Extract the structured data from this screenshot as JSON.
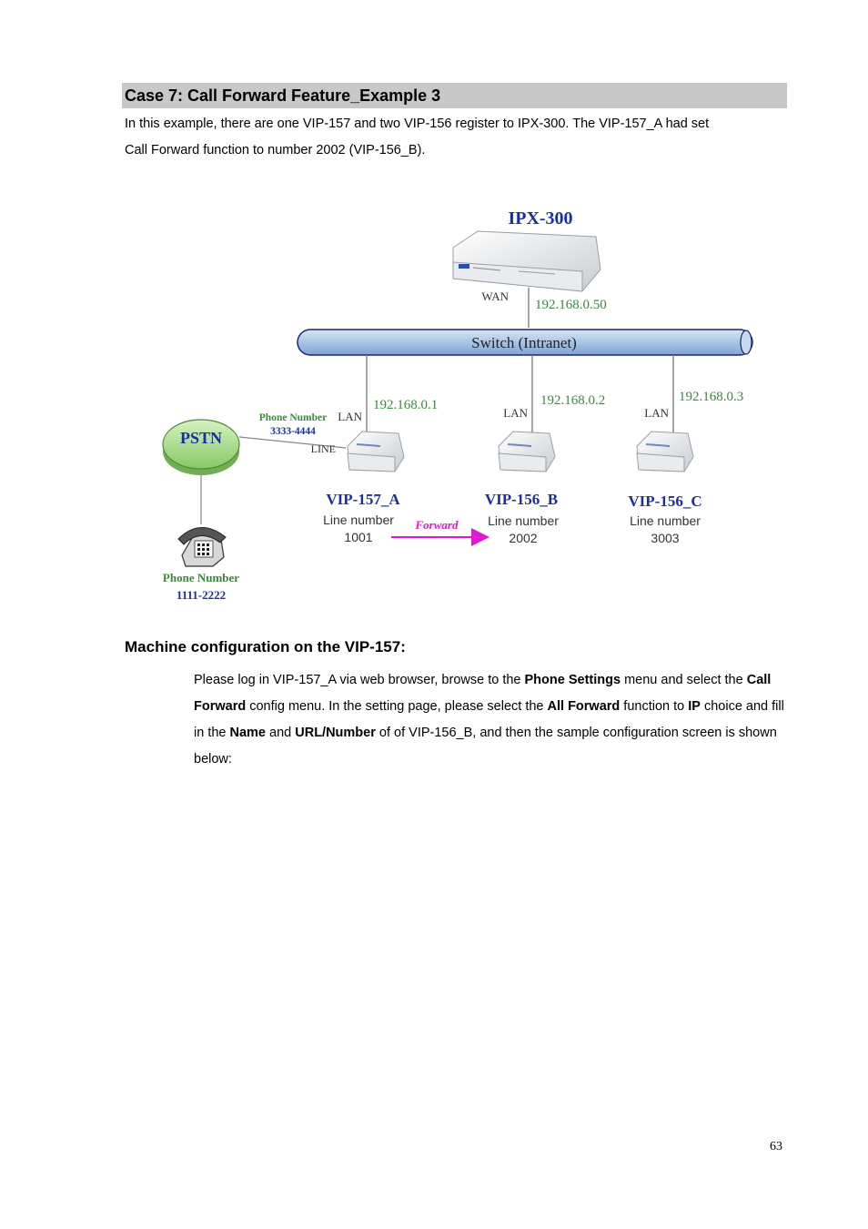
{
  "heading": "Case 7: Call Forward Feature_Example 3",
  "intro": {
    "line1": "In this example, there are one VIP-157 and two VIP-156 register to IPX-300. The VIP-157_A had set",
    "line2": "Call Forward function to number 2002 (VIP-156_B)."
  },
  "diagram": {
    "server_name": "IPX-300",
    "wan_label": "WAN",
    "wan_ip": "192.168.0.50",
    "switch_label": "Switch (Intranet)",
    "pstn_label": "PSTN",
    "pstn_phone_label": "Phone Number",
    "pstn_phone_number": "3333-4444",
    "line_label": "LINE",
    "phone_label": "Phone Number",
    "phone_number": "1111-2222",
    "forward_label": "Forward",
    "devices": [
      {
        "name": "VIP-157_A",
        "lan_label": "LAN",
        "ip": "192.168.0.1",
        "line_label": "Line number",
        "line_number": "1001"
      },
      {
        "name": "VIP-156_B",
        "lan_label": "LAN",
        "ip": "192.168.0.2",
        "line_label": "Line number",
        "line_number": "2002"
      },
      {
        "name": "VIP-156_C",
        "lan_label": "LAN",
        "ip": "192.168.0.3",
        "line_label": "Line number",
        "line_number": "3003"
      }
    ]
  },
  "section_title": "Machine configuration on the VIP-157:",
  "body": {
    "t1": "Please log in VIP-157_A via web browser, browse to the ",
    "b1": "Phone Settings",
    "t2": " menu and select the ",
    "b2": "Call Forward",
    "t3": " config menu. In the setting page, please select the ",
    "b3": "All Forward",
    "t4": " function to ",
    "b4": "IP",
    "t5": " choice and fill in the ",
    "b5": "Name",
    "t6": " and ",
    "b6": "URL/Number",
    "t7": " of of VIP-156_B, and then the sample configuration screen is shown below:"
  },
  "page_number": "63",
  "colors": {
    "heading_bar": "#c8c8c8",
    "title_blue": "#1a2ea8",
    "ip_green": "#3a8a3a",
    "forward_magenta": "#e01ad0",
    "switch_blue": "#a9c4e6",
    "pstn_green": "#a8dc8a"
  }
}
